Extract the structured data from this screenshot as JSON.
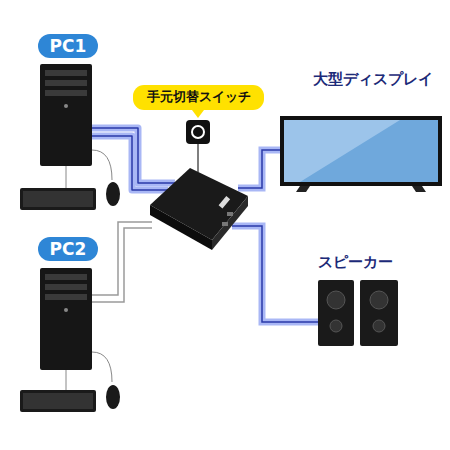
{
  "diagram": {
    "nodes": [
      {
        "text": [
          "PC1"
        ]
      },
      {
        "text": [
          "手元切替スイッチ"
        ]
      },
      {
        "text": [
          "PC2"
        ]
      }
    ],
    "labels": [
      "大型ディスプレイ",
      "スピーカー"
    ]
  }
}
